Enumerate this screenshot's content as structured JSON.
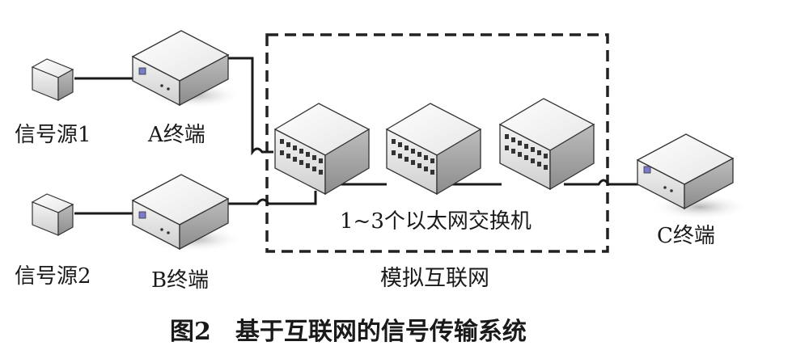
{
  "labels": {
    "source1": "信号源1",
    "source2": "信号源2",
    "terminal_a": "A终端",
    "terminal_b": "B终端",
    "terminal_c": "C终端",
    "switches": "1~3个以太网交换机",
    "internet": "模拟互联网"
  },
  "caption": "图2　基于互联网的信号传输系统"
}
